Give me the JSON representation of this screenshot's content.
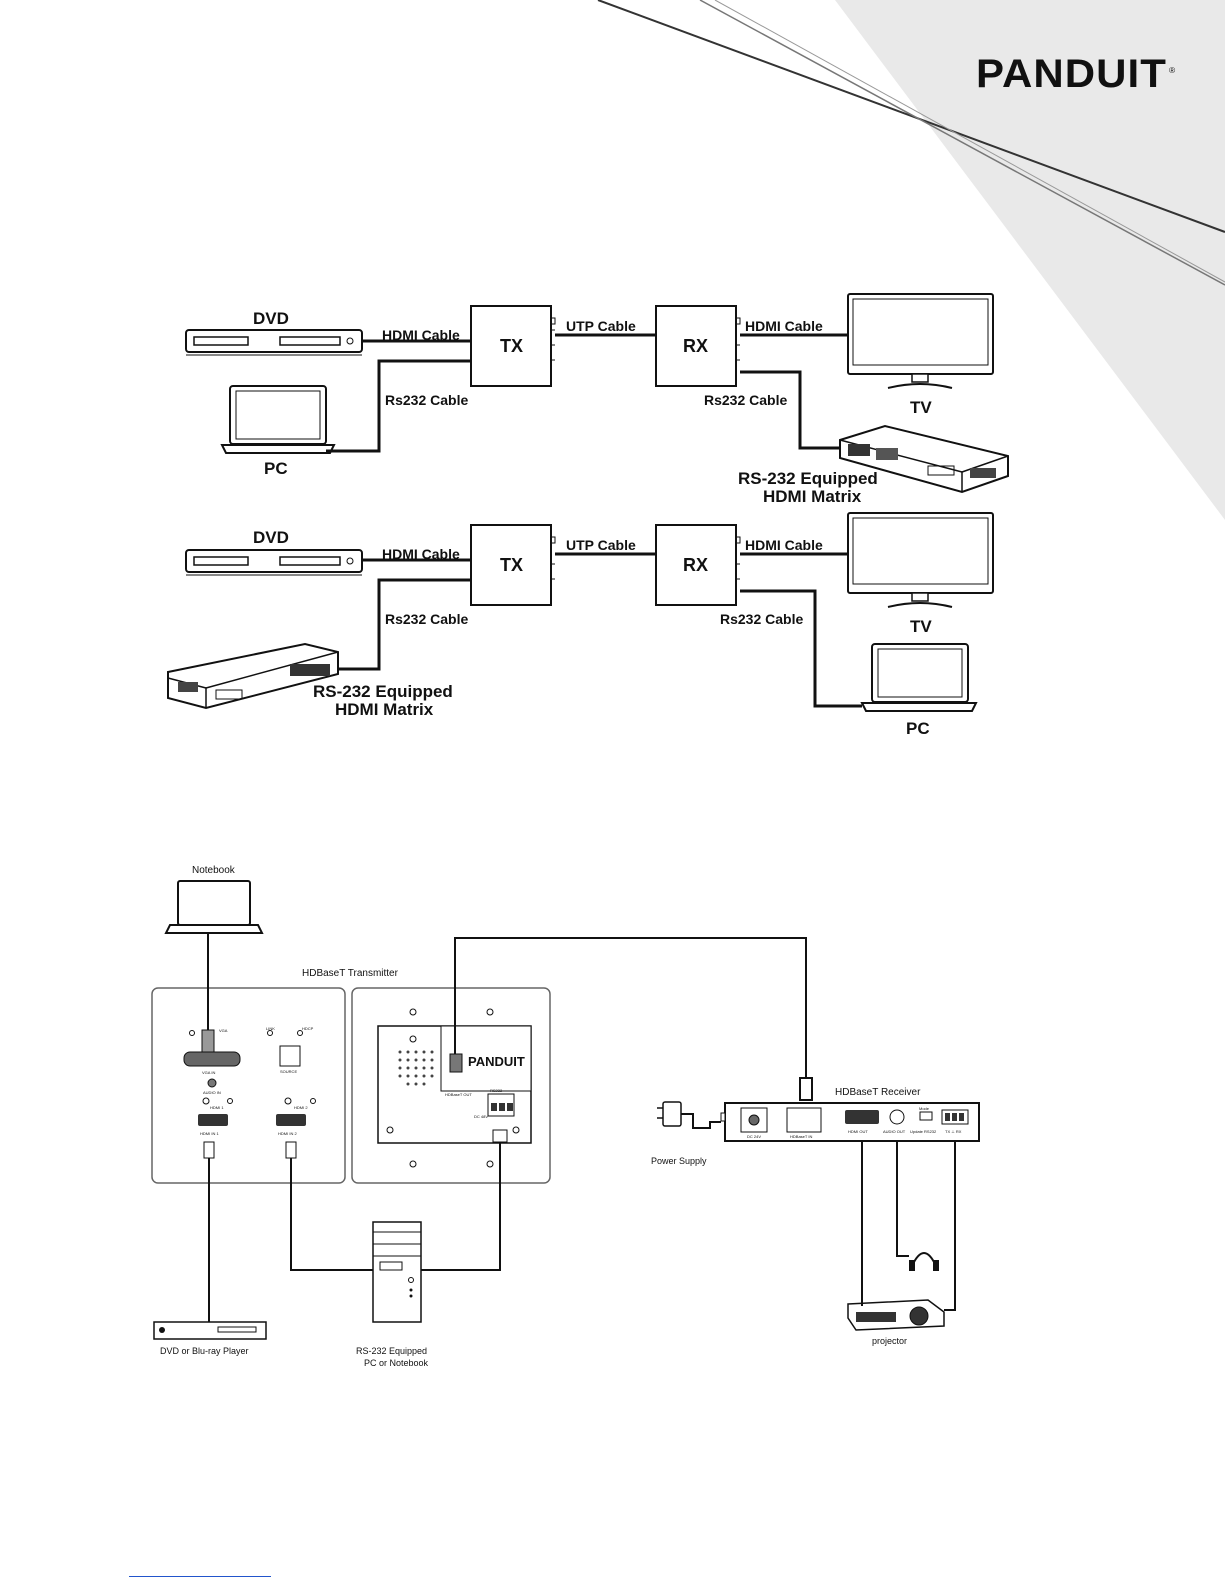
{
  "brand": {
    "logo": "PANDUIT",
    "registered": "®"
  },
  "diagram1": {
    "dvd": "DVD",
    "pc": "PC",
    "tx": "TX",
    "rx": "RX",
    "tv": "TV",
    "hdmi_in": "HDMI Cable",
    "utp": "UTP Cable",
    "hdmi_out": "HDMI Cable",
    "rs232_left": "Rs232 Cable",
    "rs232_right": "Rs232 Cable",
    "matrix_line1": "RS-232 Equipped",
    "matrix_line2": "HDMI Matrix"
  },
  "diagram2": {
    "dvd": "DVD",
    "pc": "PC",
    "tx": "TX",
    "rx": "RX",
    "tv": "TV",
    "hdmi_in": "HDMI Cable",
    "utp": "UTP Cable",
    "hdmi_out": "HDMI Cable",
    "rs232_left": "Rs232 Cable",
    "rs232_right": "Rs232 Cable",
    "matrix_line1": "RS-232 Equipped",
    "matrix_line2": "HDMI Matrix"
  },
  "diagram3": {
    "notebook": "Notebook",
    "transmitter": "HDBaseT Transmitter",
    "receiver": "HDBaseT Receiver",
    "power_supply": "Power Supply",
    "dvd_player": "DVD or Blu-ray Player",
    "rs232_pc_line1": "RS-232 Equipped",
    "rs232_pc_line2": "PC or Notebook",
    "projector": "projector",
    "panel_logo": "PANDUIT",
    "port_labels": {
      "vga_in": "VGA IN",
      "vga": "VGA",
      "link": "LINK",
      "hdcp": "HDCP",
      "source": "SOURCE",
      "audio_in": "AUDIO IN",
      "hdmi1": "HDMI 1",
      "hdmi2": "HDMI 2",
      "hdmi_in1": "HDMI IN 1",
      "hdmi_in2": "HDMI IN 2",
      "hdbaset_out": "HDBaseT OUT",
      "rs232": "RS232",
      "dc48v": "DC 48V",
      "dc24v": "DC 24V",
      "hdbaset_in": "HDBaseT IN",
      "hdmi_out": "HDMI OUT",
      "audio_out": "AUDIO OUT",
      "mode": "Mode",
      "update_rs232": "Update  RS232",
      "tx_rx": "TX  ⊥  RX"
    }
  }
}
